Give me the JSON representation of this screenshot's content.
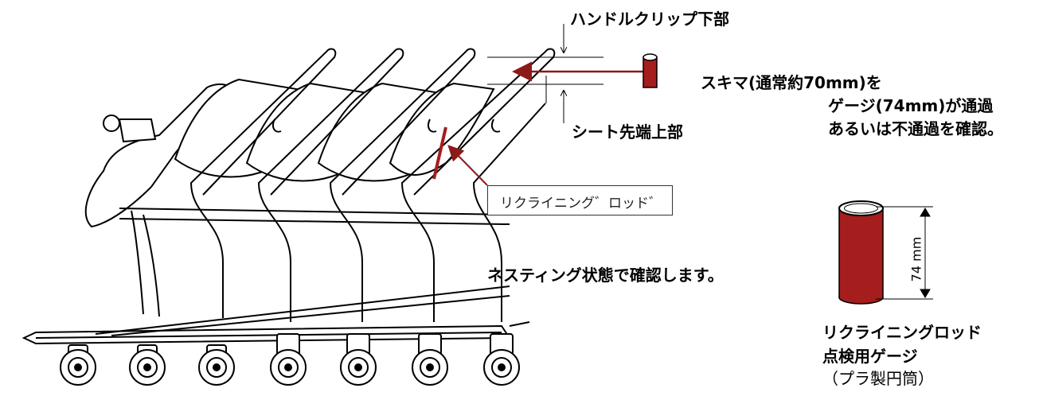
{
  "labels": {
    "handle_clip_bottom": "ハンドルクリップ下部",
    "seat_tip_top": "シート先端上部",
    "gap_line1": "スキマ(通常約70mm)を",
    "gap_line2": "ゲージ(74mm)が通過",
    "gap_line3": "あるいは不通過を確認。",
    "recline_rod": "リクライニング゛ロッド゛",
    "nesting_note": "ネスティング状態で確認します。",
    "gauge_title1": "リクライニングロッド",
    "gauge_title2": "点検用ゲージ",
    "gauge_title3": "（プラ製円筒）",
    "gauge_dimension": "74 mm"
  },
  "colors": {
    "line": "#000000",
    "gauge_fill": "#a51d1d",
    "arrow": "#8b1a1a"
  }
}
